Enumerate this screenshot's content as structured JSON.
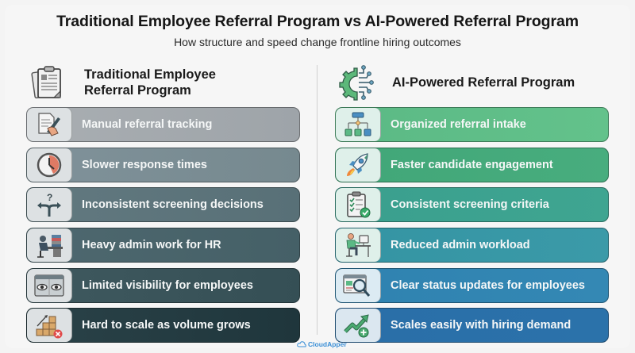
{
  "title": "Traditional Employee Referral Program vs AI-Powered Referral Program",
  "subtitle": "How structure and speed change frontline hiring outcomes",
  "left": {
    "heading": "Traditional Employee Referral Program",
    "heading_icon": "clipboard-documents-icon",
    "items": [
      {
        "label": "Manual referral tracking",
        "icon": "hand-writing-document-icon",
        "color": "#a3a9ae"
      },
      {
        "label": "Slower response times",
        "icon": "clock-icon",
        "color": "#7b8d93"
      },
      {
        "label": "Inconsistent screening decisions",
        "icon": "split-arrows-question-icon",
        "color": "#5d747b"
      },
      {
        "label": "Heavy admin work for HR",
        "icon": "stressed-worker-desk-icon",
        "color": "#4a646b"
      },
      {
        "label": "Limited visibility for employees",
        "icon": "eyes-window-icon",
        "color": "#3a545b"
      },
      {
        "label": "Hard to scale as volume grows",
        "icon": "stacked-boxes-error-icon",
        "color": "#233b41"
      }
    ]
  },
  "right": {
    "heading": "AI-Powered Referral Program",
    "heading_icon": "ai-gear-circuit-icon",
    "items": [
      {
        "label": "Organized referral intake",
        "icon": "flowchart-icon",
        "color": "#5fbe86"
      },
      {
        "label": "Faster candidate engagement",
        "icon": "rocket-icon",
        "color": "#44a97a"
      },
      {
        "label": "Consistent screening criteria",
        "icon": "checklist-clipboard-icon",
        "color": "#3da190"
      },
      {
        "label": "Reduced admin workload",
        "icon": "relaxed-worker-computer-icon",
        "color": "#3597a4"
      },
      {
        "label": "Clear status updates for employees",
        "icon": "dashboard-magnifier-icon",
        "color": "#2f83b0"
      },
      {
        "label": "Scales easily with hiring demand",
        "icon": "growth-arrow-plus-icon",
        "color": "#2a6fa8"
      }
    ]
  },
  "logo": "CloudApper"
}
